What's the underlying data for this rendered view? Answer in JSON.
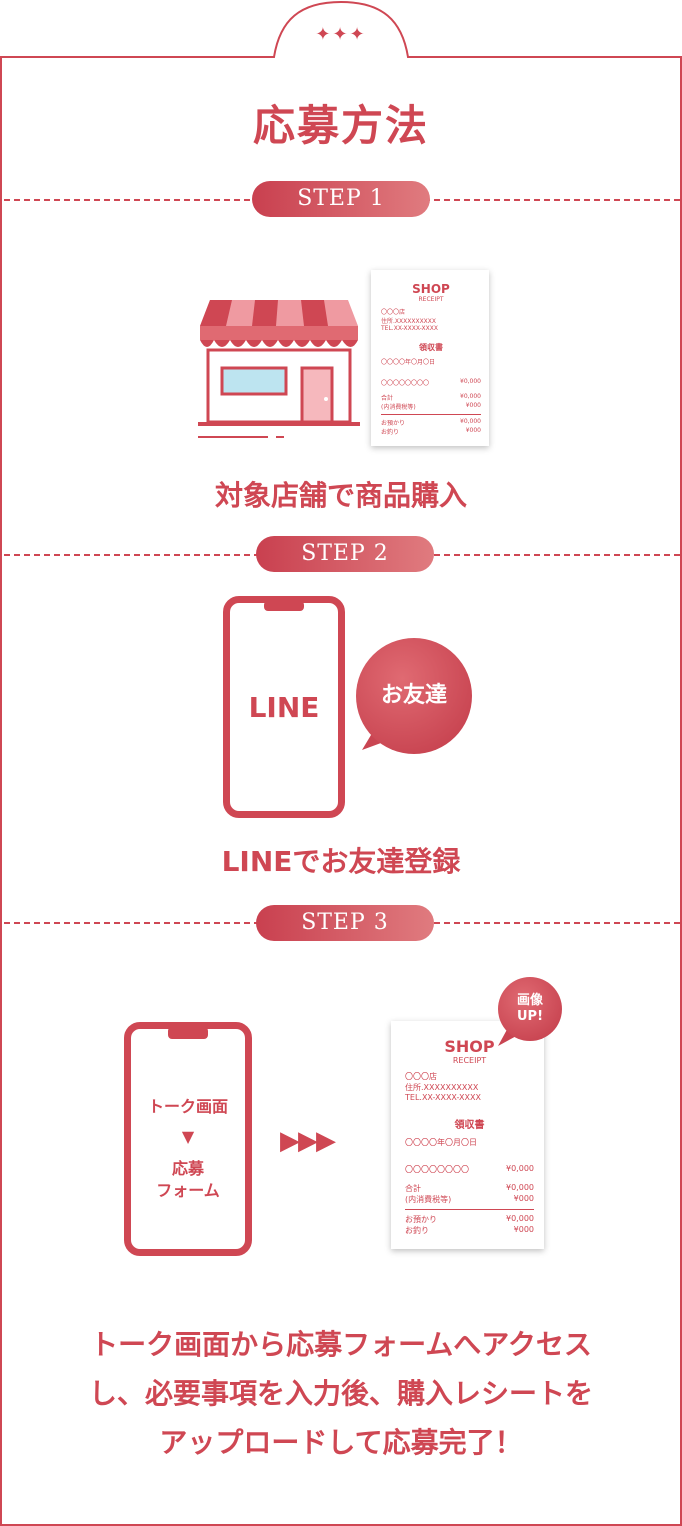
{
  "title": "応募方法",
  "sparkle": "✦✦✦",
  "colors": {
    "accent": "#cf4753",
    "accent_light": "#e07b7f",
    "window": "#bde4f0"
  },
  "steps": [
    {
      "label": "STEP 1",
      "caption": "対象店舗で商品購入"
    },
    {
      "label": "STEP 2",
      "caption": "LINEでお友達登録"
    },
    {
      "label": "STEP 3"
    }
  ],
  "receipt": {
    "shop": "SHOP",
    "sub": "RECEIPT",
    "store": "〇〇〇店",
    "address": "住所.XXXXXXXXXX",
    "tel": "TEL.XX-XXXX-XXXX",
    "doc_title": "領収書",
    "date": "〇〇〇〇年〇月〇日",
    "item_label": "〇〇〇〇〇〇〇〇",
    "item_value": "¥0,000",
    "total_label": "合計",
    "total_value": "¥0,000",
    "tax_label": "(内消費税等)",
    "tax_value": "¥000",
    "paid_label": "お預かり",
    "paid_value": "¥0,000",
    "change_label": "お釣り",
    "change_value": "¥000"
  },
  "step2": {
    "phone_text": "LINE",
    "bubble_text": "お友達"
  },
  "step3": {
    "phone_line1": "トーク画面",
    "arrow_down": "▼",
    "phone_line2": "応募",
    "phone_line3": "フォーム",
    "arrows": "▶▶▶",
    "badge_line1": "画像",
    "badge_line2": "UP!"
  },
  "description": [
    "トーク画面から応募フォームへアクセス",
    "し、必要事項を入力後、購入レシートを",
    "アップロードして応募完了！"
  ]
}
